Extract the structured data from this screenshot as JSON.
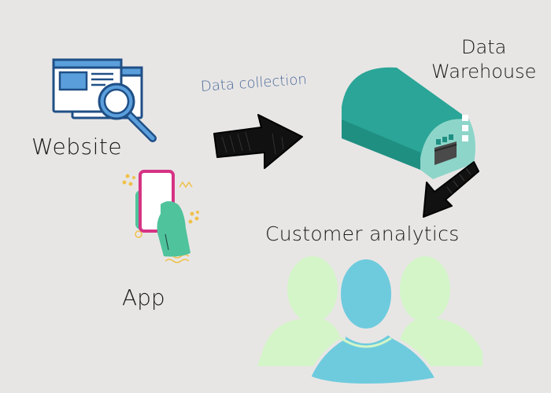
{
  "labels": {
    "website": "Website",
    "app": "App",
    "data_warehouse_line1": "Data",
    "data_warehouse_line2": "Warehouse",
    "data_collection": "Data collection",
    "customer_analytics": "Customer analytics"
  },
  "icons": {
    "website": "website-magnifier-icon",
    "app": "hand-holding-phone-icon",
    "warehouse": "warehouse-icon",
    "arrow_collection": "sketch-arrow-right-icon",
    "arrow_analytics": "sketch-arrow-down-left-icon",
    "customers": "users-group-icon"
  },
  "colors": {
    "background": "#e8e6e5",
    "website_blue": "#5a9fdc",
    "website_outline": "#1f4f86",
    "phone_pink": "#d63384",
    "hand_green": "#4fc39c",
    "warehouse_teal": "#2aa597",
    "warehouse_light": "#8dd5c9",
    "user_blue": "#6ecbdd",
    "user_green": "#d3f5c8",
    "arrow_black": "#111111",
    "text_dark": "#1a1a1a",
    "data_collection_blue": "#4a6a9a"
  }
}
